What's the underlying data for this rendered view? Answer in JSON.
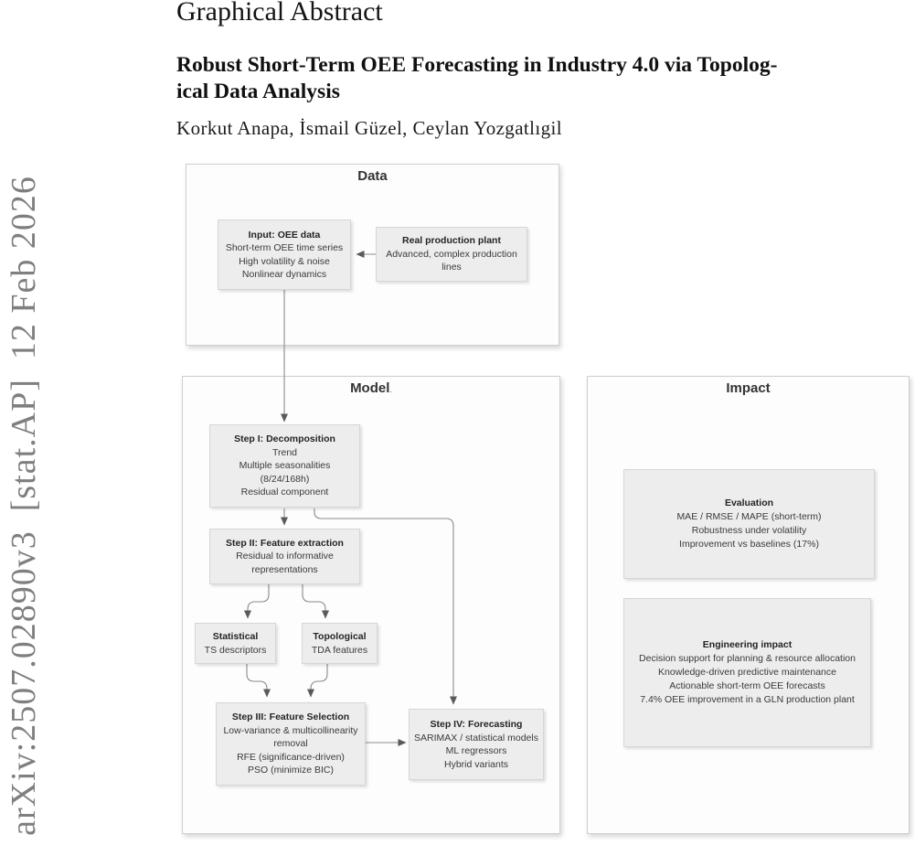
{
  "page": {
    "header_title": "Graphical Abstract",
    "paper_title_line1": "Robust Short-Term OEE Forecasting in Industry 4.0 via Topolog-",
    "paper_title_line2": "ical Data Analysis",
    "authors": "Korkut Anapa, İsmail Güzel, Ceylan Yozgatlıgil",
    "arxiv_watermark": "arXiv:2507.02890v3  [stat.AP]  12 Feb 2026"
  },
  "diagram": {
    "panels": {
      "data": {
        "title": "Data"
      },
      "model": {
        "title": "Model",
        "title_suffix": "."
      },
      "impact": {
        "title": "Impact"
      }
    },
    "boxes": {
      "input": {
        "title": "Input: OEE data",
        "lines": [
          "Short-term OEE time series",
          "High volatility & noise",
          "Nonlinear dynamics"
        ]
      },
      "plant": {
        "title": "Real production plant",
        "lines": [
          "Advanced, complex production",
          "lines"
        ]
      },
      "step1": {
        "title": "Step I: Decomposition",
        "lines": [
          "Trend",
          "Multiple seasonalities",
          "(8/24/168h)",
          "Residual component"
        ]
      },
      "step2": {
        "title": "Step II: Feature extraction",
        "lines": [
          "Residual to informative",
          "representations"
        ]
      },
      "statistical": {
        "title": "Statistical",
        "lines": [
          "TS descriptors"
        ]
      },
      "topological": {
        "title": "Topological",
        "lines": [
          "TDA features"
        ]
      },
      "step3": {
        "title": "Step III: Feature Selection",
        "lines": [
          "Low-variance & multicollinearity",
          "removal",
          "RFE (significance-driven)",
          "PSO (minimize BIC)"
        ]
      },
      "step4": {
        "title": "Step IV: Forecasting",
        "lines": [
          "SARIMAX / statistical models",
          "ML regressors",
          "Hybrid variants"
        ]
      },
      "evaluation": {
        "title": "Evaluation",
        "lines": [
          "MAE / RMSE / MAPE (short-term)",
          "Robustness under volatility",
          "Improvement vs baselines (17%)"
        ]
      },
      "engineering": {
        "title": "Engineering impact",
        "lines": [
          "Decision support for planning & resource allocation",
          "Knowledge-driven predictive maintenance",
          "Actionable short-term OEE forecasts",
          "7.4% OEE improvement in a GLN production plant"
        ]
      }
    },
    "colors": {
      "panel_fill": "#fdfdfd",
      "panel_border": "#cfcfcf",
      "box_fill": "#ededed",
      "box_border": "#d6d6d6",
      "connector": "#8a8a8a",
      "arrowhead": "#5a5a5a",
      "watermark": "#7f7f7f",
      "title_text": "#333333",
      "body_text": "#3a3a3a"
    }
  }
}
